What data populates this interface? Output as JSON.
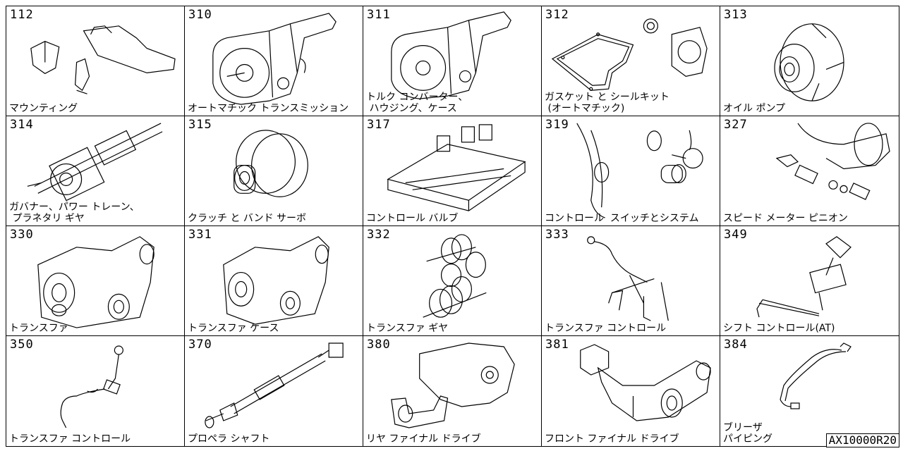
{
  "cells": [
    {
      "code": "112",
      "label": "マウンティング",
      "icon": "mounting-icon"
    },
    {
      "code": "310",
      "label": "オートマチック トランスミッション",
      "icon": "automatic-transmission-icon"
    },
    {
      "code": "311",
      "label": "トルク コンバーター、\n ハウジング、ケース",
      "icon": "torque-converter-housing-icon"
    },
    {
      "code": "312",
      "label": "ガスケット と シールキット\n (オートマチック)",
      "icon": "gasket-seal-kit-icon"
    },
    {
      "code": "313",
      "label": "オイル ポンプ",
      "icon": "oil-pump-icon"
    },
    {
      "code": "314",
      "label": "ガバナー、パワー トレーン、\n プラネタリ ギヤ",
      "icon": "governor-planetary-gear-icon"
    },
    {
      "code": "315",
      "label": "クラッチ と バンド サーボ",
      "icon": "clutch-band-servo-icon"
    },
    {
      "code": "317",
      "label": "コントロール バルブ",
      "icon": "control-valve-icon"
    },
    {
      "code": "319",
      "label": "コントロール  スイッチとシステム",
      "icon": "control-switch-system-icon"
    },
    {
      "code": "327",
      "label": "スピード メーター ピニオン",
      "icon": "speedometer-pinion-icon"
    },
    {
      "code": "330",
      "label": "トランスファ",
      "icon": "transfer-icon"
    },
    {
      "code": "331",
      "label": "トランスファ ケース",
      "icon": "transfer-case-icon"
    },
    {
      "code": "332",
      "label": "トランスファ ギヤ",
      "icon": "transfer-gear-icon"
    },
    {
      "code": "333",
      "label": "トランスファ コントロール",
      "icon": "transfer-control-icon"
    },
    {
      "code": "349",
      "label": "シフト コントロール(AT)",
      "icon": "shift-control-icon"
    },
    {
      "code": "350",
      "label": "トランスファ コントロール",
      "icon": "transfer-control-lever-icon"
    },
    {
      "code": "370",
      "label": "プロペラ シャフト",
      "icon": "propeller-shaft-icon"
    },
    {
      "code": "380",
      "label": "リヤ ファイナル ドライブ",
      "icon": "rear-final-drive-icon"
    },
    {
      "code": "381",
      "label": "フロント ファイナル ドライブ",
      "icon": "front-final-drive-icon"
    },
    {
      "code": "384",
      "label": "ブリーザ\nパイピング",
      "icon": "breather-piping-icon"
    }
  ],
  "reference": "AX10000R20"
}
